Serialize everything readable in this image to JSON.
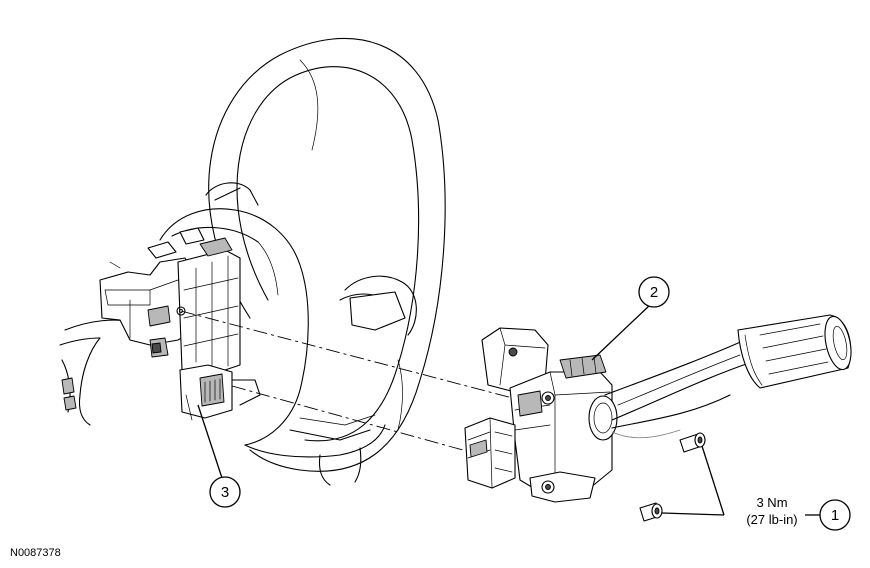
{
  "callouts": [
    {
      "id": "1",
      "label": "1"
    },
    {
      "id": "2",
      "label": "2"
    },
    {
      "id": "3",
      "label": "3"
    }
  ],
  "torque_spec": {
    "line1": "3 Nm",
    "line2": "(27 lb-in)"
  },
  "reference_number": "N0087378"
}
